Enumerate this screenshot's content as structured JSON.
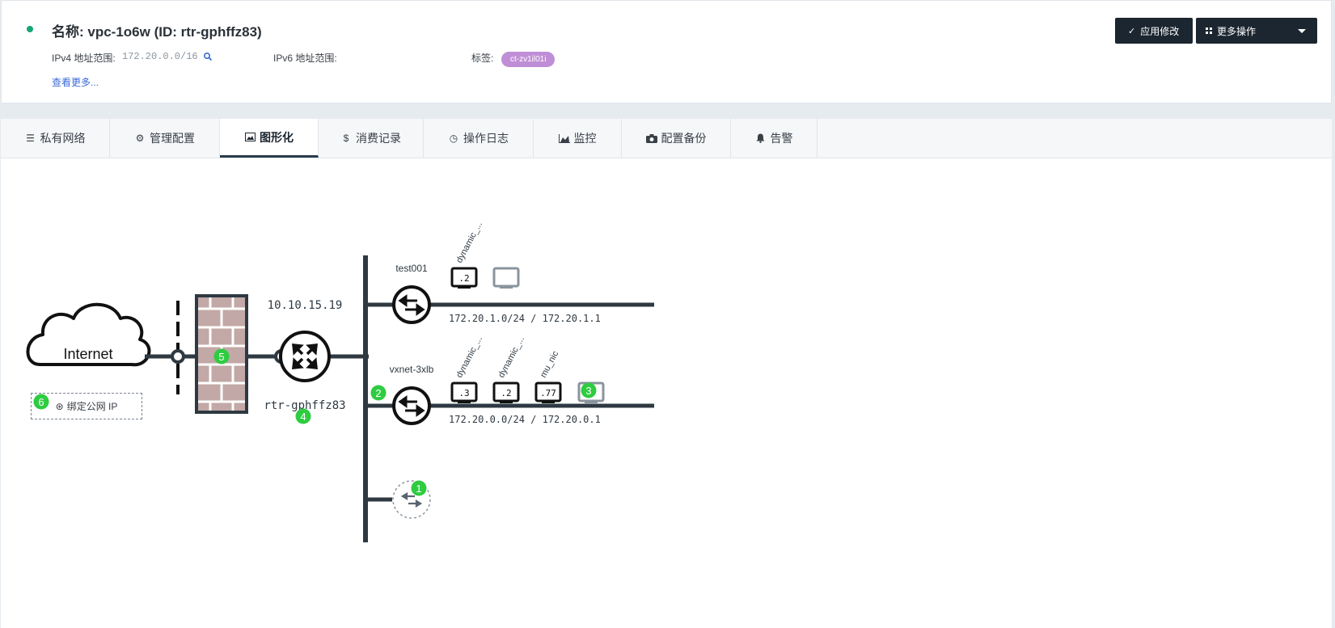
{
  "header": {
    "title": "名称: vpc-1o6w (ID: rtr-gphffz83)",
    "ipv4_label": "IPv4 地址范围:",
    "ipv4_value": "172.20.0.0/16",
    "ipv6_label": "IPv6 地址范围:",
    "tag_label": "标签:",
    "tag_value": "ct-zv1il01i",
    "see_more": "查看更多...",
    "status_color": "#15a675"
  },
  "actions": {
    "apply_label": "应用修改",
    "more_label": "更多操作"
  },
  "tabs": [
    {
      "label": "私有网络",
      "icon": "list-icon"
    },
    {
      "label": "管理配置",
      "icon": "gears-icon"
    },
    {
      "label": "图形化",
      "icon": "image-icon",
      "active": true
    },
    {
      "label": "消费记录",
      "icon": "dollar-icon"
    },
    {
      "label": "操作日志",
      "icon": "clock-icon"
    },
    {
      "label": "监控",
      "icon": "area-chart-icon"
    },
    {
      "label": "配置备份",
      "icon": "camera-icon"
    },
    {
      "label": "告警",
      "icon": "bell-icon"
    }
  ],
  "topology": {
    "internet_label": "Internet",
    "bind_ip_label": "绑定公网 IP",
    "router_ip": "10.10.15.19",
    "router_name": "rtr-gphffz83",
    "vxnets": [
      {
        "name": "test001",
        "cidr": "172.20.1.0/24 / 172.20.1.1",
        "hosts": [
          {
            "ip": ".2",
            "name": "dynamic_..."
          },
          {
            "ip": "",
            "name": ""
          }
        ]
      },
      {
        "name": "vxnet-3xlb",
        "cidr": "172.20.0.0/24 / 172.20.0.1",
        "hosts": [
          {
            "ip": ".3",
            "name": "dynamic_..."
          },
          {
            "ip": ".2",
            "name": "dynamic_..."
          },
          {
            "ip": ".77",
            "name": "mu_nic"
          },
          {
            "ip": "",
            "name": ""
          }
        ]
      }
    ],
    "badges": [
      "1",
      "2",
      "3",
      "4",
      "5",
      "6"
    ],
    "badge_color": "#2ecc40"
  }
}
